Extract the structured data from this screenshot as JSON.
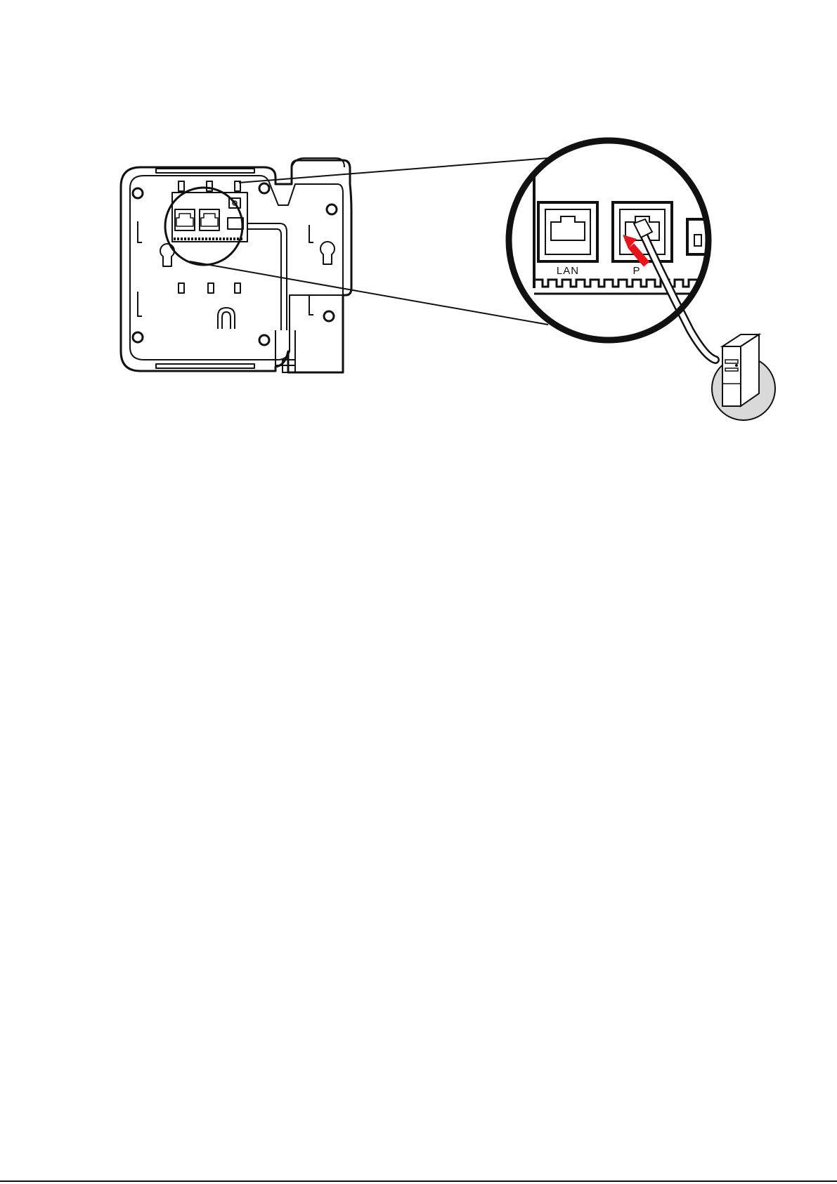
{
  "figure": {
    "ports": {
      "lan_label": "LAN",
      "pc_label_visible": "P"
    },
    "icons": [
      "phone-base-drawing",
      "zoom-circle",
      "rj45-plug-icon",
      "red-arrow-icon",
      "computer-tower-icon"
    ],
    "colors": {
      "line": "#111111",
      "arrow": "#e8141b",
      "computer_badge": "#d9d9d9",
      "cable": "#ffffff"
    }
  }
}
